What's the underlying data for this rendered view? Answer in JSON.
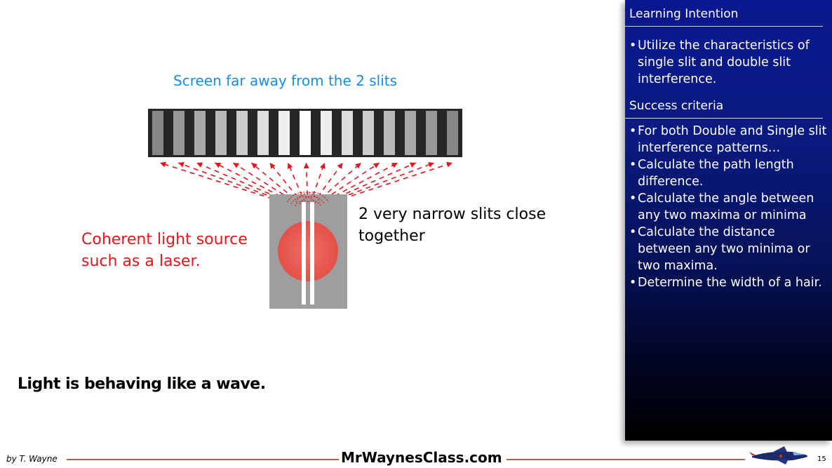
{
  "panel": {
    "learning_title": "Learning Intention",
    "learning_items": [
      "Utilize the characteristics of single slit and double slit interference."
    ],
    "success_title": "Success criteria",
    "success_items": [
      "For both Double and Single slit interference patterns…",
      "Calculate the path length difference.",
      "Calculate the angle between any two maxima or minima",
      "Calculate the distance between any two minima or two maxima.",
      "Determine the width of a hair."
    ],
    "colors": {
      "top": "#0a1890",
      "bottom": "#000000"
    }
  },
  "diagram": {
    "screen_caption": "Screen far away from the 2 slits",
    "slits_caption": "2 very narrow slits close together",
    "source_caption": "Coherent light source such as a laser.",
    "colors": {
      "screen_caption": "#1a8be6",
      "source": "#e8131b",
      "laser": "#f05a52",
      "slit_plate": "#9e9e9e"
    }
  },
  "statement": "Light is behaving like a wave.",
  "footer": {
    "author": "by T. Wayne",
    "site": "MrWaynesClass.com",
    "page_number": "15",
    "logo_icon": "jet-icon"
  }
}
